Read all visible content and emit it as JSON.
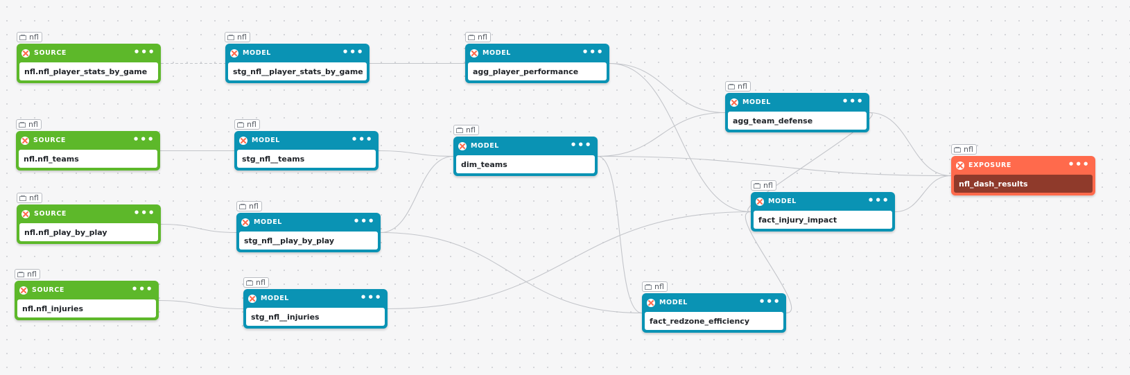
{
  "nodes": [
    {
      "id": "src_pstats",
      "kind": "source",
      "type_label": "SOURCE",
      "name": "nfl.nfl_player_stats_by_game",
      "package": "nfl"
    },
    {
      "id": "src_teams",
      "kind": "source",
      "type_label": "SOURCE",
      "name": "nfl.nfl_teams",
      "package": "nfl"
    },
    {
      "id": "src_pbp",
      "kind": "source",
      "type_label": "SOURCE",
      "name": "nfl.nfl_play_by_play",
      "package": "nfl"
    },
    {
      "id": "src_inj",
      "kind": "source",
      "type_label": "SOURCE",
      "name": "nfl.nfl_injuries",
      "package": "nfl"
    },
    {
      "id": "stg_pstats",
      "kind": "model",
      "type_label": "MODEL",
      "name": "stg_nfl__player_stats_by_game",
      "package": "nfl"
    },
    {
      "id": "stg_teams",
      "kind": "model",
      "type_label": "MODEL",
      "name": "stg_nfl__teams",
      "package": "nfl"
    },
    {
      "id": "stg_pbp",
      "kind": "model",
      "type_label": "MODEL",
      "name": "stg_nfl__play_by_play",
      "package": "nfl"
    },
    {
      "id": "stg_inj",
      "kind": "model",
      "type_label": "MODEL",
      "name": "stg_nfl__injuries",
      "package": "nfl"
    },
    {
      "id": "agg_perf",
      "kind": "model",
      "type_label": "MODEL",
      "name": "agg_player_performance",
      "package": "nfl"
    },
    {
      "id": "dim_teams",
      "kind": "model",
      "type_label": "MODEL",
      "name": "dim_teams",
      "package": "nfl"
    },
    {
      "id": "agg_def",
      "kind": "model",
      "type_label": "MODEL",
      "name": "agg_team_defense",
      "package": "nfl"
    },
    {
      "id": "fact_inj",
      "kind": "model",
      "type_label": "MODEL",
      "name": "fact_injury_impact",
      "package": "nfl"
    },
    {
      "id": "fact_rz",
      "kind": "model",
      "type_label": "MODEL",
      "name": "fact_redzone_efficiency",
      "package": "nfl"
    },
    {
      "id": "exp_dash",
      "kind": "exposure",
      "type_label": "EXPOSURE",
      "name": "nfl_dash_results",
      "package": "nfl"
    }
  ],
  "edges": [
    {
      "from": "src_pstats",
      "to": "stg_pstats",
      "dashed": true
    },
    {
      "from": "src_teams",
      "to": "stg_teams"
    },
    {
      "from": "src_pbp",
      "to": "stg_pbp"
    },
    {
      "from": "src_inj",
      "to": "stg_inj"
    },
    {
      "from": "stg_pstats",
      "to": "agg_perf"
    },
    {
      "from": "stg_teams",
      "to": "dim_teams"
    },
    {
      "from": "stg_pbp",
      "to": "dim_teams"
    },
    {
      "from": "stg_pbp",
      "to": "fact_rz"
    },
    {
      "from": "stg_inj",
      "to": "fact_inj"
    },
    {
      "from": "agg_perf",
      "to": "agg_def"
    },
    {
      "from": "agg_perf",
      "to": "fact_inj"
    },
    {
      "from": "dim_teams",
      "to": "agg_def"
    },
    {
      "from": "dim_teams",
      "to": "exp_dash"
    },
    {
      "from": "dim_teams",
      "to": "fact_rz"
    },
    {
      "from": "agg_def",
      "to": "fact_inj"
    },
    {
      "from": "agg_def",
      "to": "exp_dash"
    },
    {
      "from": "fact_inj",
      "to": "exp_dash"
    },
    {
      "from": "fact_rz",
      "to": "fact_inj"
    }
  ],
  "colors": {
    "source": "#5db82a",
    "model": "#0a93b4",
    "exposure": "#ff6a4c",
    "edge": "#c3c5ca"
  }
}
